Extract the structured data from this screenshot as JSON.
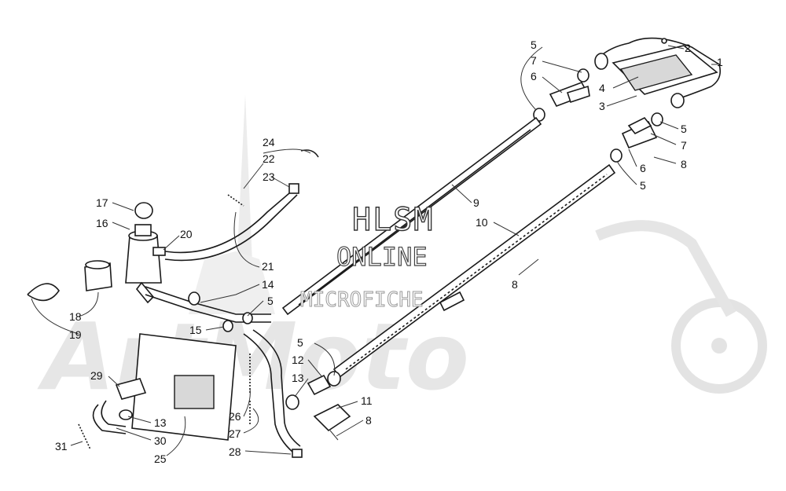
{
  "watermark": {
    "line1": "HLSM",
    "line2": "ONLINE",
    "line3": "MICROFICHE",
    "background_word": "ArtMoto"
  },
  "callouts": {
    "c1": "1",
    "c2": "2",
    "c3": "3",
    "c4": "4",
    "c5a": "5",
    "c7a": "7",
    "c6a": "6",
    "c5b": "5",
    "c7b": "7",
    "c8a": "8",
    "c6b": "6",
    "c5c": "5",
    "c9": "9",
    "c10": "10",
    "c8b": "8",
    "c24": "24",
    "c22": "22",
    "c23": "23",
    "c17": "17",
    "c16": "16",
    "c20": "20",
    "c21": "21",
    "c14": "14",
    "c5d": "5",
    "c15": "15",
    "c18": "18",
    "c19": "19",
    "c5e": "5",
    "c12": "12",
    "c13a": "13",
    "c11": "11",
    "c8c": "8",
    "c29": "29",
    "c13b": "13",
    "c30": "30",
    "c31": "31",
    "c25": "25",
    "c26": "26",
    "c27": "27",
    "c28": "28"
  }
}
